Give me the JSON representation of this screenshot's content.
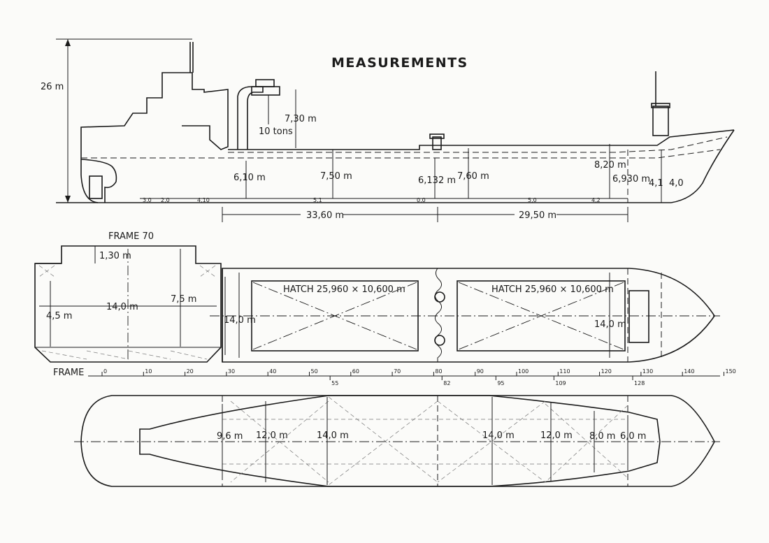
{
  "title": "MEASUREMENTS",
  "profile": {
    "height_label": "26 m",
    "crane_height": "7,30 m",
    "crane_capacity": "10 tons",
    "depths": [
      "6,10 m",
      "7,50 m",
      "6,132 m",
      "7,60 m",
      "8,20 m",
      "6,930 m"
    ],
    "forward_dims": [
      "4,1",
      "4,0"
    ],
    "bottom_segments": [
      "3,0",
      "2,0",
      "4,10",
      "5,1",
      "0,0",
      "5,0",
      "4,2"
    ],
    "length_aft": "33,60 m",
    "length_fwd": "29,50 m"
  },
  "section": {
    "title": "FRAME 70",
    "deck_height": "1,30 m",
    "breadth": "14,0 m",
    "depth": "7,5 m",
    "lower_height": "4,5 m"
  },
  "plan": {
    "breadth_left": "14,0 m",
    "breadth_right": "14,0 m",
    "hatch_1": "HATCH 25,960 × 10,600 m",
    "hatch_2": "HATCH 25,960 × 10,600 m"
  },
  "frame_scale": {
    "label": "FRAME",
    "ticks": [
      "0",
      "10",
      "20",
      "30",
      "40",
      "50",
      "60",
      "70",
      "80",
      "90",
      "100",
      "110",
      "120",
      "130",
      "140",
      "150"
    ],
    "extra": [
      "55",
      "82",
      "95",
      "109",
      "128"
    ]
  },
  "hold_plan": {
    "widths": [
      "9,6 m",
      "12,0 m",
      "14,0 m",
      "14,0 m",
      "12,0 m",
      "8,0 m",
      "6,0 m"
    ]
  }
}
